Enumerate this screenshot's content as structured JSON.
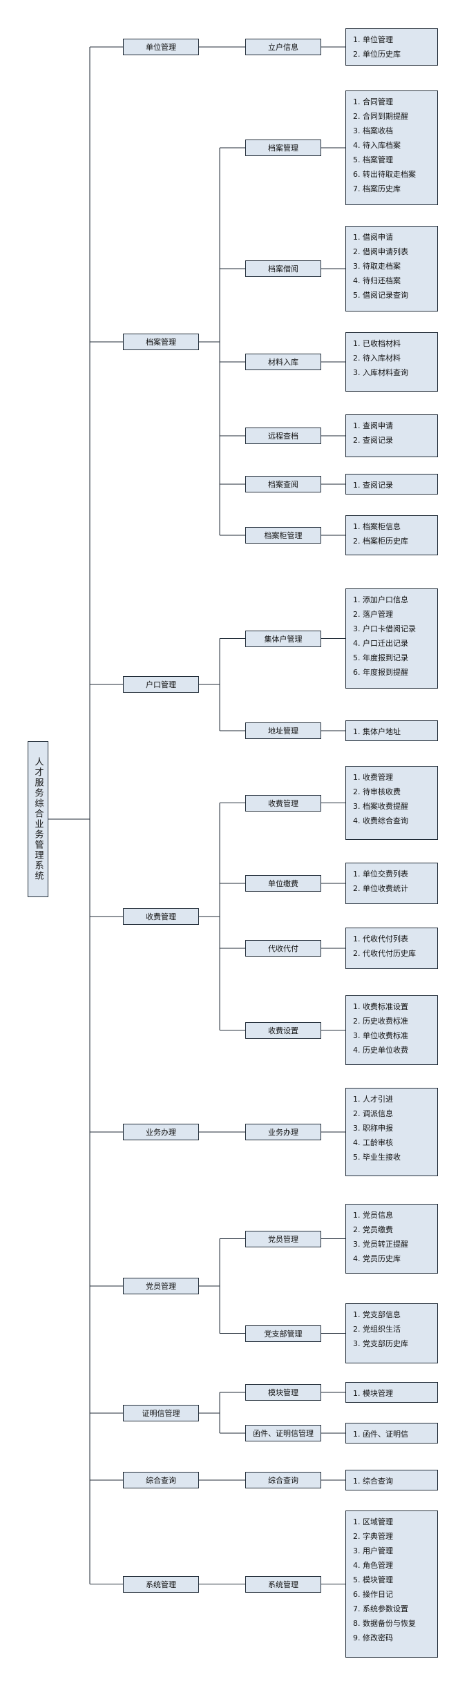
{
  "title": "人才服务综合业务管理系统",
  "modules": [
    {
      "label": "单位管理",
      "children": [
        {
          "label": "立户信息",
          "items": [
            "1. 单位管理",
            "2. 单位历史库"
          ]
        }
      ]
    },
    {
      "label": "档案管理",
      "children": [
        {
          "label": "档案管理",
          "items": [
            "1. 合同管理",
            "2. 合同到期提醒",
            "3. 档案收档",
            "4. 待入库档案",
            "5. 档案管理",
            "6. 转出待取走档案",
            "7. 档案历史库"
          ]
        },
        {
          "label": "档案借阅",
          "items": [
            "1. 借阅申请",
            "2. 借阅申请列表",
            "3. 待取走档案",
            "4. 待归还档案",
            "5. 借阅记录查询"
          ]
        },
        {
          "label": "材料入库",
          "items": [
            "1. 已收档材料",
            "2. 待入库材料",
            "3. 入库材料查询"
          ]
        },
        {
          "label": "远程查档",
          "items": [
            "1. 查阅申请",
            "2. 查阅记录"
          ]
        },
        {
          "label": "档案查阅",
          "items": [
            "1. 查阅记录"
          ]
        },
        {
          "label": "档案柜管理",
          "items": [
            "1. 档案柜信息",
            "2. 档案柜历史库"
          ]
        }
      ]
    },
    {
      "label": "户口管理",
      "children": [
        {
          "label": "集体户管理",
          "items": [
            "1. 添加户口信息",
            "2. 落户管理",
            "3. 户口卡借阅记录",
            "4. 户口迁出记录",
            "5. 年度报到记录",
            "6. 年度报到提醒"
          ]
        },
        {
          "label": "地址管理",
          "items": [
            "1. 集体户地址"
          ]
        }
      ]
    },
    {
      "label": "收费管理",
      "children": [
        {
          "label": "收费管理",
          "items": [
            "1. 收费管理",
            "2. 待审核收费",
            "3. 档案收费提醒",
            "4. 收费综合查询"
          ]
        },
        {
          "label": "单位缴费",
          "items": [
            "1. 单位交费列表",
            "2. 单位收费统计"
          ]
        },
        {
          "label": "代收代付",
          "items": [
            "1. 代收代付列表",
            "2. 代收代付历史库"
          ]
        },
        {
          "label": "收费设置",
          "items": [
            "1. 收费标准设置",
            "2. 历史收费标准",
            "3. 单位收费标准",
            "4. 历史单位收费"
          ]
        }
      ]
    },
    {
      "label": "业务办理",
      "children": [
        {
          "label": "业务办理",
          "items": [
            "1. 人才引进",
            "2. 调派信息",
            "3. 职称申报",
            "4. 工龄审核",
            "5. 毕业生接收"
          ]
        }
      ]
    },
    {
      "label": "党员管理",
      "children": [
        {
          "label": "党员管理",
          "items": [
            "1. 党员信息",
            "2. 党员缴费",
            "3. 党员转正提醒",
            "4. 党员历史库"
          ]
        },
        {
          "label": "党支部管理",
          "items": [
            "1. 党支部信息",
            "2. 党组织生活",
            "3. 党支部历史库"
          ]
        }
      ]
    },
    {
      "label": "证明信管理",
      "children": [
        {
          "label": "模块管理",
          "items": [
            "1. 模块管理"
          ]
        },
        {
          "label": "函件、证明信管理",
          "items": [
            "1. 函件、证明信"
          ]
        }
      ]
    },
    {
      "label": "综合查询",
      "children": [
        {
          "label": "综合查询",
          "items": [
            "1. 综合查询"
          ]
        }
      ]
    },
    {
      "label": "系统管理",
      "children": [
        {
          "label": "系统管理",
          "items": [
            "1. 区域管理",
            "2. 字典管理",
            "3. 用户管理",
            "4. 角色管理",
            "5. 模块管理",
            "6. 操作日记",
            "7. 系统参数设置",
            "8. 数据备份与恢复",
            "9. 修改密码"
          ]
        }
      ]
    }
  ]
}
